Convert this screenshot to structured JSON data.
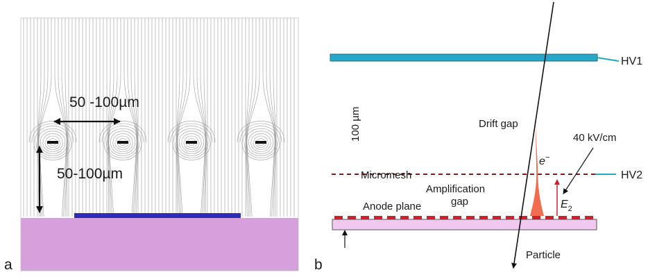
{
  "panel_a": {
    "label": "a",
    "dim_horizontal": "50 -100µm",
    "dim_vertical": "50-100µm",
    "colors": {
      "substrate": "#d6a0dc",
      "anode_strip": "#2c2cb4",
      "field_lines": "#9a9a9a"
    }
  },
  "panel_b": {
    "label": "b",
    "hv1": "HV1",
    "hv2": "HV2",
    "gap_dimension": "100 µm",
    "drift_gap": "Drift gap",
    "field_value": "40 kV/cm",
    "micromesh": "Micromesh",
    "amplification_line1": "Amplification",
    "amplification_line2": "gap",
    "anode_plane": "Anode plane",
    "electron": "e",
    "electron_sup": "−",
    "field_symbol": "E",
    "field_sub": "2",
    "particle": "Particle",
    "colors": {
      "drift_electrode": "#2aa6c8",
      "mesh": "#7a1e1e",
      "anode_pads": "#d21e2a",
      "anode_substrate": "#f0c8f0",
      "avalanche": "#f26c4f",
      "field_arrow": "#d21e2a"
    }
  }
}
